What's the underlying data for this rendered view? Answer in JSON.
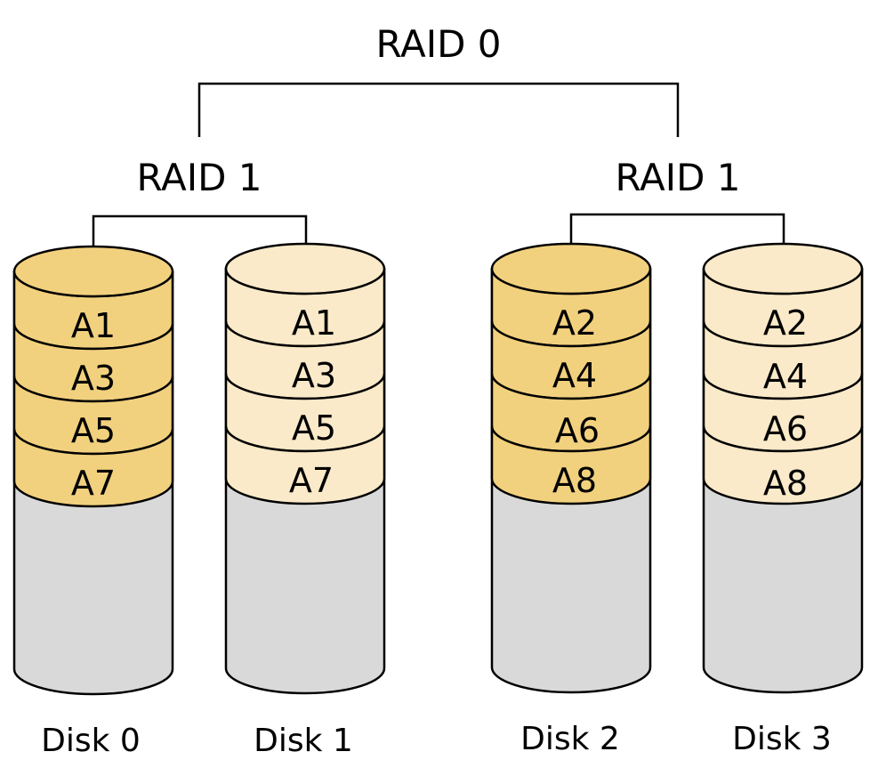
{
  "diagram": {
    "title": "RAID 0",
    "colors": {
      "primary_fill": "#f2d17e",
      "mirror_fill": "#faeac9",
      "empty_fill": "#d9d9d9",
      "stroke": "#000000"
    },
    "groups": [
      {
        "label": "RAID 1",
        "disks": [
          {
            "name": "Disk 0",
            "role": "primary",
            "blocks": [
              "A1",
              "A3",
              "A5",
              "A7"
            ]
          },
          {
            "name": "Disk 1",
            "role": "mirror",
            "blocks": [
              "A1",
              "A3",
              "A5",
              "A7"
            ]
          }
        ]
      },
      {
        "label": "RAID 1",
        "disks": [
          {
            "name": "Disk 2",
            "role": "primary",
            "blocks": [
              "A2",
              "A4",
              "A6",
              "A8"
            ]
          },
          {
            "name": "Disk 3",
            "role": "mirror",
            "blocks": [
              "A2",
              "A4",
              "A6",
              "A8"
            ]
          }
        ]
      }
    ]
  }
}
